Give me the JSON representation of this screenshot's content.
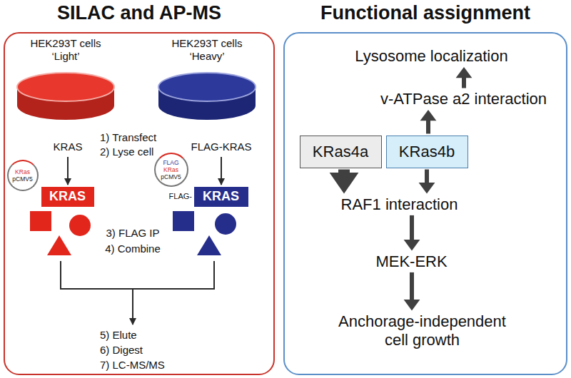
{
  "diagram": {
    "nodes": [
      {
        "text": [
          "SILAC and AP-MS"
        ]
      },
      {
        "text": [
          "KRas",
          "pCMV5"
        ],
        "in": 0
      },
      {
        "text": [
          "KRAS"
        ],
        "in": 0
      },
      {
        "text": [
          "FLAG",
          "KRas",
          "pCMV5"
        ],
        "in": 0
      },
      {
        "text": [
          "KRAS"
        ],
        "in": 0
      },
      {
        "text": [
          "Functional assignment"
        ]
      },
      {
        "text": [
          "Lysosome localization"
        ],
        "in": 5
      },
      {
        "text": [
          "v-ATPase a2 interaction"
        ],
        "in": 5
      },
      {
        "text": [
          "KRas4a"
        ],
        "in": 5
      },
      {
        "text": [
          "KRas4b"
        ],
        "in": 5
      },
      {
        "text": [
          "RAF1 interaction"
        ],
        "in": 5
      },
      {
        "text": [
          "MEK-ERK"
        ],
        "in": 5
      },
      {
        "text": [
          "Anchorage-independent cell growth"
        ],
        "in": 5
      }
    ],
    "edges": [
      {
        "from": 7,
        "to": 6,
        "arrow": "to"
      },
      {
        "from": 9,
        "to": 7,
        "arrow": "to"
      },
      {
        "from": 8,
        "to": 10,
        "arrow": "to"
      },
      {
        "from": 9,
        "to": 10,
        "arrow": "to"
      },
      {
        "from": 10,
        "to": 11,
        "arrow": "to"
      },
      {
        "from": 11,
        "to": 12,
        "arrow": "to"
      }
    ],
    "labels": [
      "HEK293T cells ‘Light’",
      "HEK293T cells ‘Heavy’",
      "KRAS",
      "1) Transfect",
      "2) Lyse cell",
      "FLAG-KRAS",
      "FLAG-",
      "3) FLAG IP",
      "4) Combine",
      "5) Elute",
      "6) Digest",
      "7) LC-MS/MS"
    ]
  }
}
